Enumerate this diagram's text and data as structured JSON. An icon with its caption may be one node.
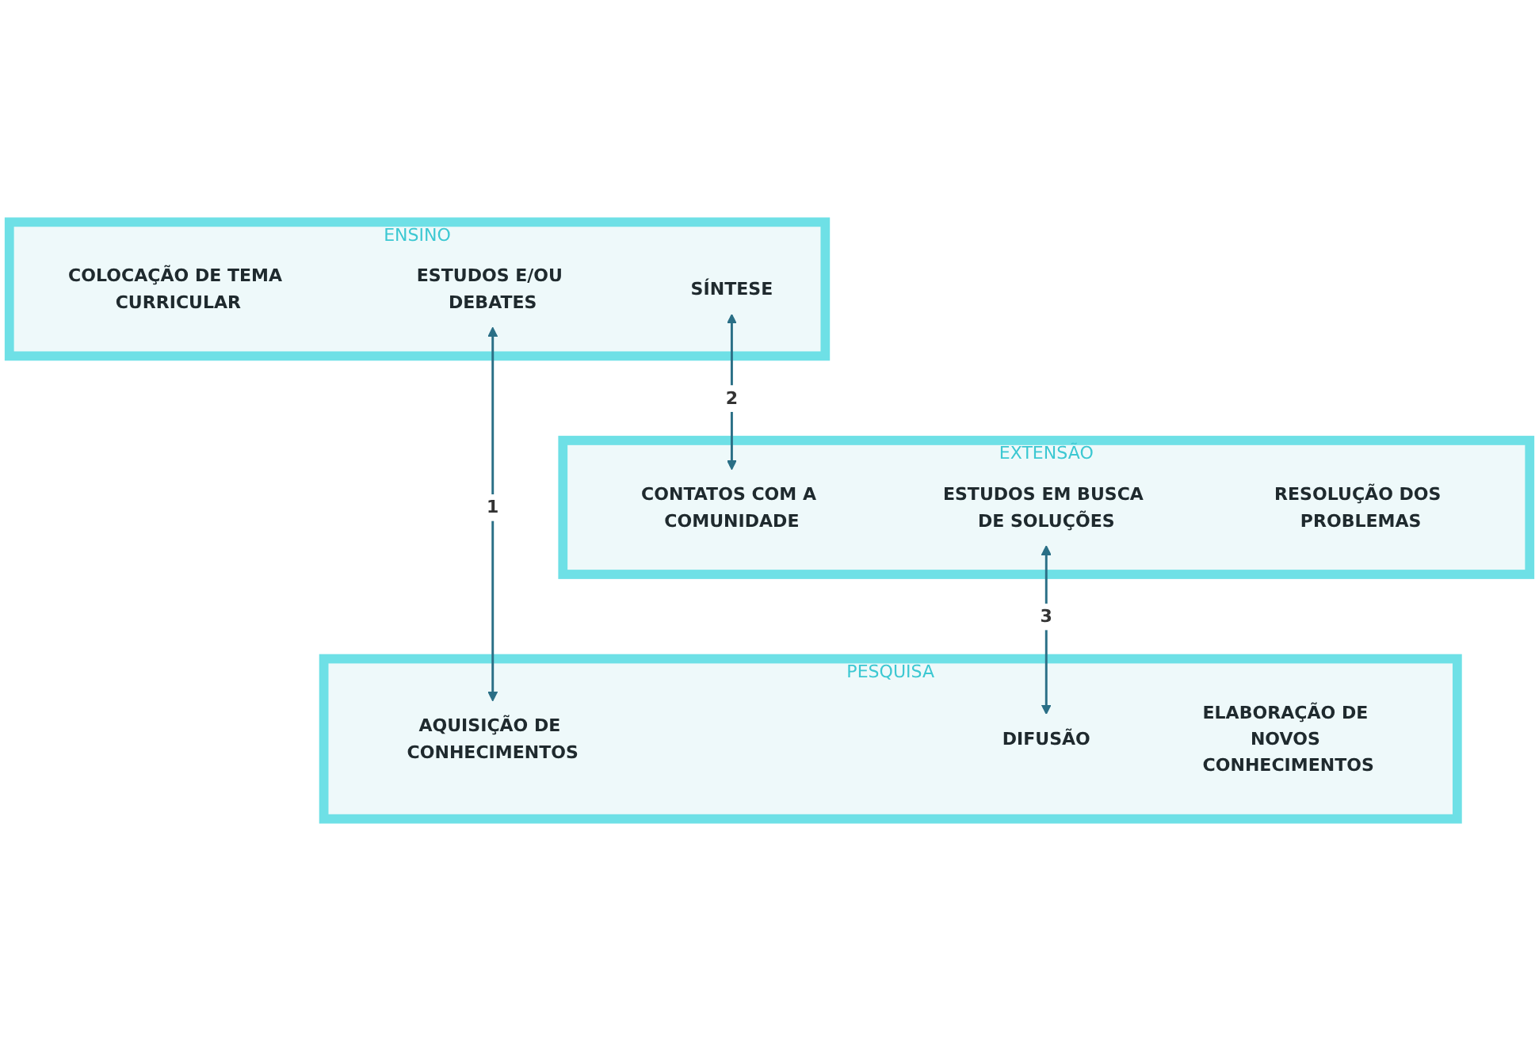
{
  "diagram": {
    "nodes": [
      {
        "text": [
          "ENSINO"
        ]
      },
      {
        "text": [
          "COLOCAÇÃO DE TEMA CURRICULAR"
        ],
        "in": 0
      },
      {
        "text": [
          "ESTUDOS E/OU DEBATES"
        ],
        "in": 0
      },
      {
        "text": [
          "SÍNTESE"
        ],
        "in": 0
      },
      {
        "text": [
          "EXTENSÃO"
        ]
      },
      {
        "text": [
          "CONTATOS COM A COMUNIDADE"
        ],
        "in": 4
      },
      {
        "text": [
          "ESTUDOS EM BUSCA DE SOLUÇÕES"
        ],
        "in": 4
      },
      {
        "text": [
          "RESOLUÇÃO DOS PROBLEMAS"
        ],
        "in": 4
      },
      {
        "text": [
          "PESQUISA"
        ]
      },
      {
        "text": [
          "AQUISIÇÃO DE CONHECIMENTOS"
        ],
        "in": 8
      },
      {
        "text": [
          "DIFUSÃO"
        ],
        "in": 8
      },
      {
        "text": [
          "ELABORAÇÃO DE NOVOS CONHECIMENTOS"
        ],
        "in": 8
      }
    ],
    "edges": [
      {
        "from": 2,
        "to": 9,
        "arrow": "both",
        "label": "1"
      },
      {
        "from": 3,
        "to": 5,
        "arrow": "both",
        "label": "2"
      },
      {
        "from": 6,
        "to": 10,
        "arrow": "both",
        "label": "3"
      }
    ]
  }
}
